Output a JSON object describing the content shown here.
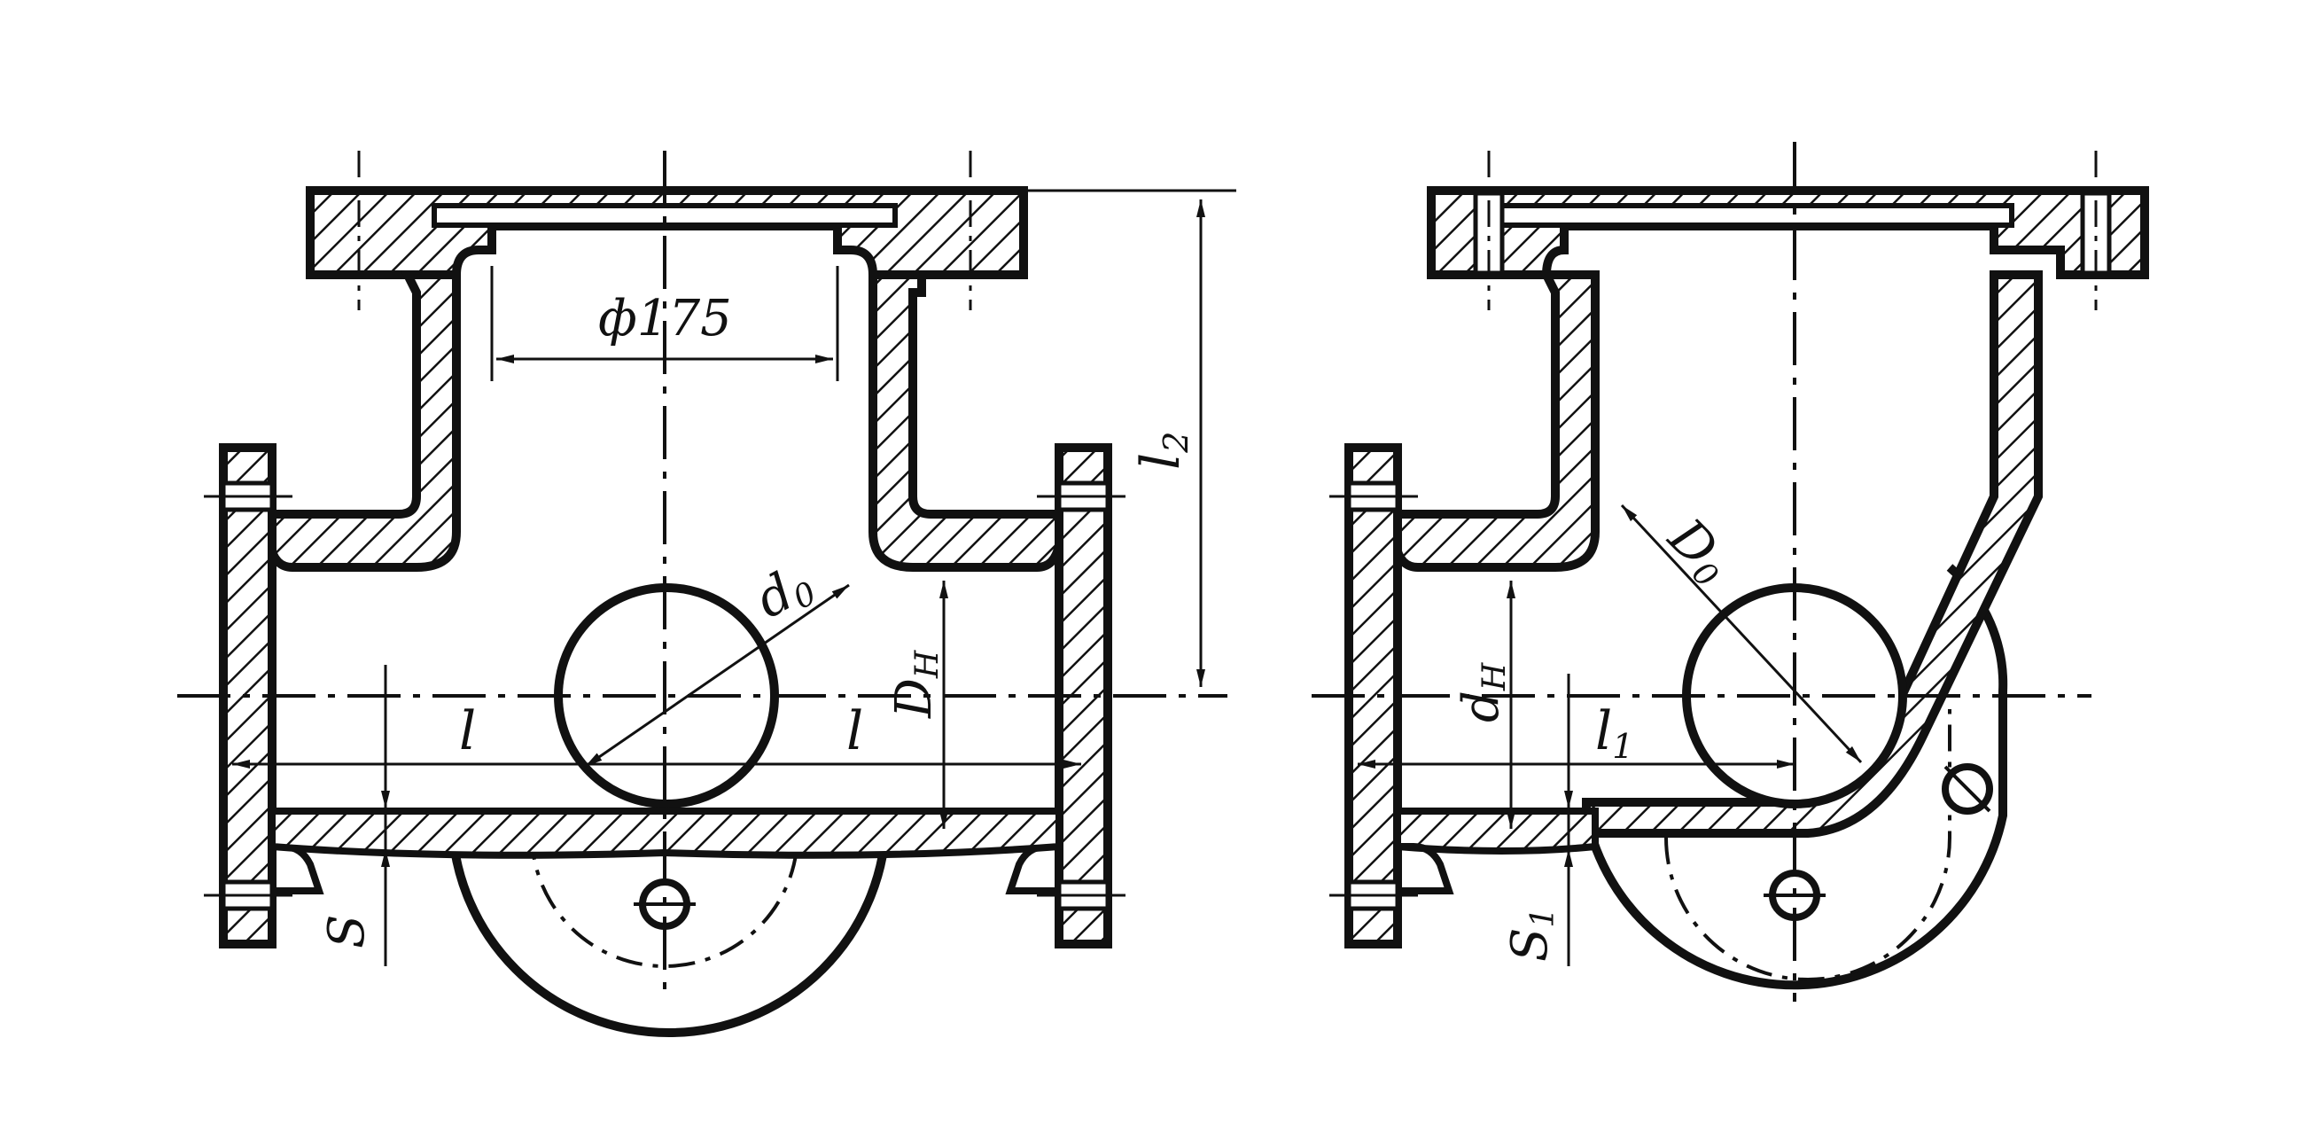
{
  "figures": [
    {
      "id": "straight-tee",
      "labels": {
        "dim_175": "ф175",
        "d0": "d",
        "d0_sub": "0",
        "dh": "D",
        "dh_sub": "H",
        "l": "l",
        "l_right": "l",
        "l2": "l",
        "l2_sub": "2",
        "s": "S"
      }
    },
    {
      "id": "curved-tee",
      "labels": {
        "D0": "D",
        "D0_sub": "0",
        "dh": "d",
        "dh_sub": "H",
        "l1": "l",
        "l1_sub": "1",
        "s1": "S",
        "s1_sub": "1"
      }
    }
  ],
  "colors": {
    "ink": "#111111",
    "paper": "#ffffff"
  }
}
